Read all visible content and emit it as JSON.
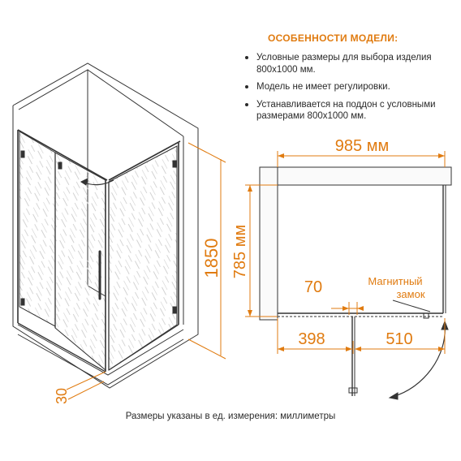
{
  "features": {
    "title": "ОСОБЕННОСТИ МОДЕЛИ:",
    "items": [
      "Условные размеры для выбора изделия 800х1000 мм.",
      "Модель не имеет регулировки.",
      "Устанавливается на поддон с условными размерами 800х1000 мм."
    ]
  },
  "dimensions": {
    "height": "1850",
    "tray": "30",
    "width_top": "985 мм",
    "depth": "785 мм",
    "gap": "70",
    "left_part": "398",
    "right_part": "510"
  },
  "labels": {
    "magnetic_lock": [
      "Магнитный",
      "замок"
    ]
  },
  "footer": "Размеры указаны в ед. измерения: миллиметры",
  "colors": {
    "accent": "#e07b10",
    "line": "#333333",
    "hatch": "#c9c9c9"
  }
}
